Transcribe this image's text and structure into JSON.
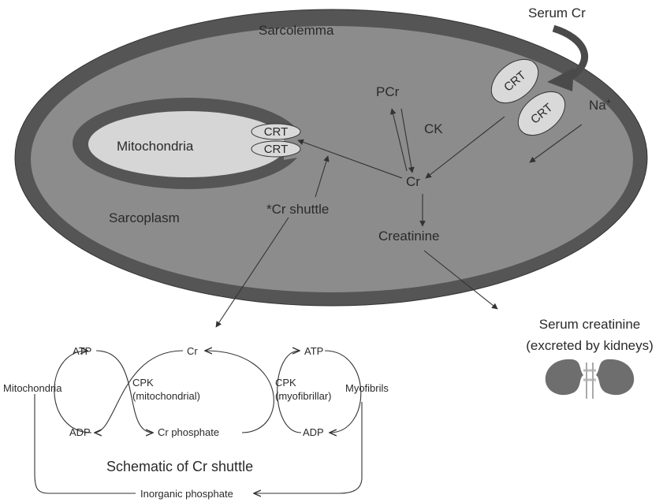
{
  "cell": {
    "sarcolemma": "Sarcolemma",
    "mitochondria": "Mitochondria",
    "sarcoplasm": "Sarcoplasm",
    "transporter": "CRT",
    "pcr": "PCr",
    "ck": "CK",
    "cr": "Cr",
    "creatinine": "Creatinine",
    "cr_shuttle": "*Cr shuttle",
    "serum_cr": "Serum Cr",
    "na": "Na",
    "na_charge": "+"
  },
  "excretion": {
    "line1": "Serum creatinine",
    "line2": "(excreted by kidneys)"
  },
  "shuttle": {
    "title": "Schematic of Cr shuttle",
    "mitochondria": "Mitochondria",
    "myofibrils": "Myofibrils",
    "atp": "ATP",
    "adp": "ADP",
    "cr": "Cr",
    "cr_phosphate": "Cr phosphate",
    "cpk_mito_1": "CPK",
    "cpk_mito_2": "(mitochondrial)",
    "cpk_myo_1": "CPK",
    "cpk_myo_2": "(myofibrillar)",
    "inorganic_phosphate": "Inorganic phosphate"
  },
  "colors": {
    "membrane": "#555555",
    "sarcoplasm": "#8c8c8c",
    "mito_fill": "#d6d6d6",
    "crt_fill": "#d9d9d9",
    "kidney": "#6e6e6e"
  }
}
